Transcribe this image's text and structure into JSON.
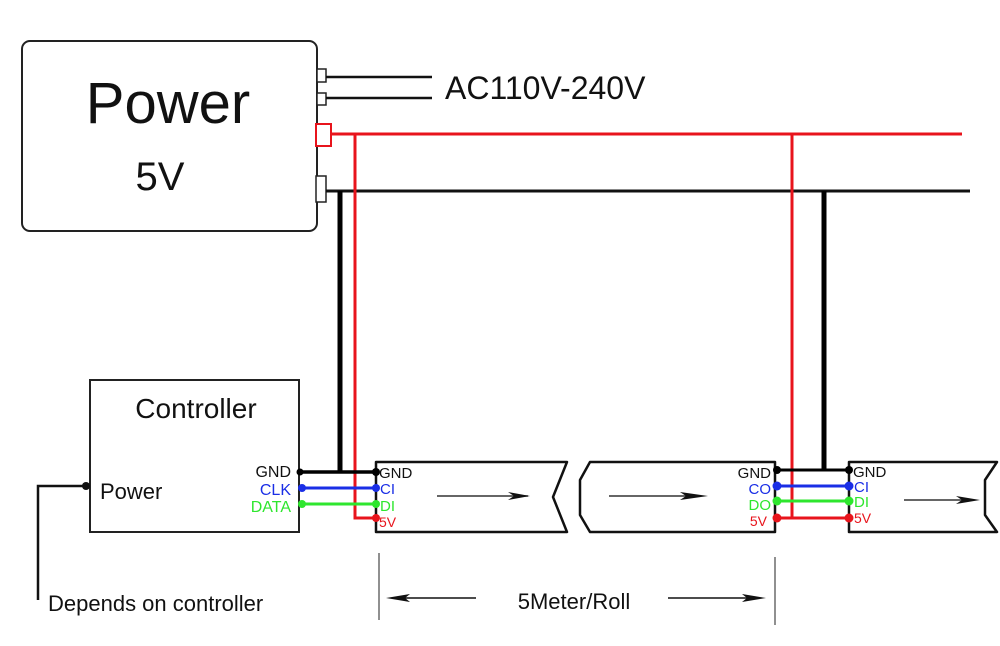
{
  "power_supply": {
    "title": "Power",
    "voltage": "5V"
  },
  "ac_input": {
    "label": "AC110V-240V"
  },
  "controller": {
    "title": "Controller",
    "power_label": "Power",
    "pins": {
      "gnd": "GND",
      "clk": "CLK",
      "data": "DATA"
    }
  },
  "strip1_in": {
    "gnd": "GND",
    "ci": "CI",
    "di": "DI",
    "v5": "5V"
  },
  "strip1_out": {
    "gnd": "GND",
    "co": "CO",
    "do": "DO",
    "v5": "5V"
  },
  "strip2_in": {
    "gnd": "GND",
    "ci": "CI",
    "di": "DI",
    "v5": "5V"
  },
  "notes": {
    "controller_power": "Depends on controller",
    "length": "5Meter/Roll"
  },
  "colors": {
    "gnd": "#000000",
    "v5": "#e8141c",
    "clk": "#1a2ee6",
    "data": "#2ee62e"
  }
}
